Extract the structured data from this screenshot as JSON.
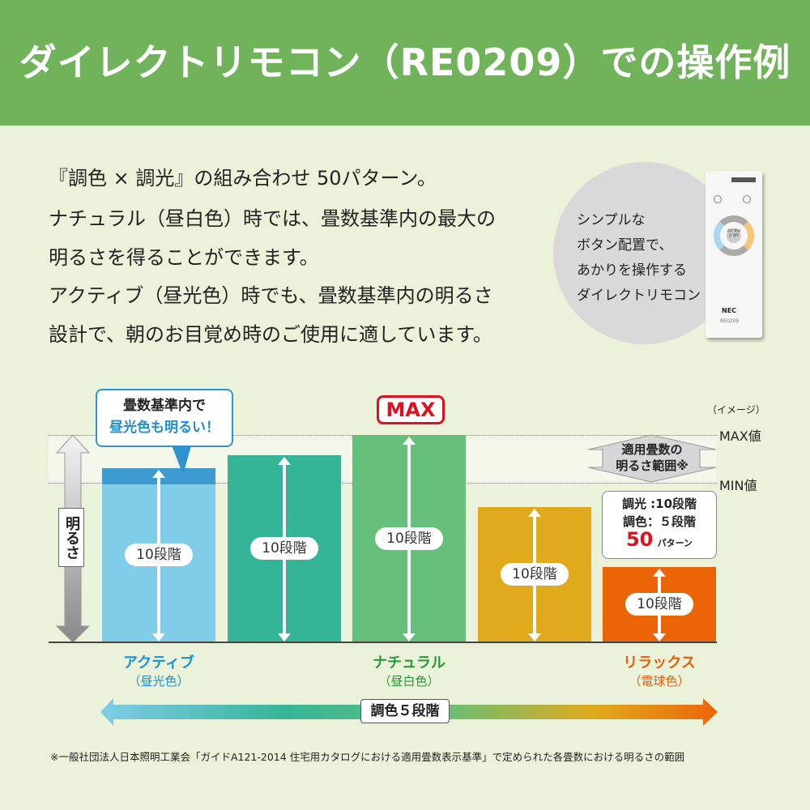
{
  "header": {
    "title": "ダイレクトリモコン（RE0209）での操作例"
  },
  "intro": [
    "『調色 × 調光』の組み合わせ 50パターン。",
    "ナチュラル（昼白色）時では、畳数基準内の最大の",
    "明るさを得ることができます。",
    "アクティブ（昼光色）時でも、畳数基準内の明るさ",
    "設計で、朝のお目覚め時のご使用に適しています。"
  ],
  "circle": [
    "シンプルな",
    "ボタン配置で、",
    "あかりを操作する",
    "ダイレクトリモコン"
  ],
  "remote": {
    "brand": "NEC",
    "model": "RE0209",
    "center": "点灯 明るさ OFF"
  },
  "chart": {
    "image_note": "（イメージ）",
    "max_label": "MAX値",
    "min_label": "MIN値",
    "y_label": "明るさ",
    "range_label": [
      "適用畳数の",
      "明るさ範囲※"
    ],
    "callout": [
      "畳数基準内で",
      "昼光色も明るい！"
    ],
    "max_badge": "MAX",
    "bars": [
      {
        "steps": "10段階",
        "color": "#7fcde8",
        "relative": 0.84
      },
      {
        "steps": "10段階",
        "color": "#35b597",
        "relative": 0.9
      },
      {
        "steps": "10段階",
        "color": "#66bf7a",
        "relative": 1.0
      },
      {
        "steps": "10段階",
        "color": "#e0aa1c",
        "relative": 0.65
      },
      {
        "steps": "10段階",
        "color": "#ec6408",
        "relative": 0.36
      }
    ],
    "summary": {
      "line1": "調光 :10段階",
      "line2": "調色：５段階",
      "count": "50",
      "count_unit": "パターン"
    },
    "categories": [
      {
        "name": "アクティブ",
        "sub": "（昼光色）",
        "color": "#1f8fcf"
      },
      {
        "name": "ナチュラル",
        "sub": "（昼白色）",
        "color": "#2a9a3a"
      },
      {
        "name": "リラックス",
        "sub": "（電球色）",
        "color": "#e85d0f"
      }
    ],
    "tone_label": "調色５段階"
  },
  "footnote": "※一般社団法人日本照明工業会「ガイドA121-2014 住宅用カタログにおける適用畳数表示基準」で定められた各畳数における明るさの範囲"
}
